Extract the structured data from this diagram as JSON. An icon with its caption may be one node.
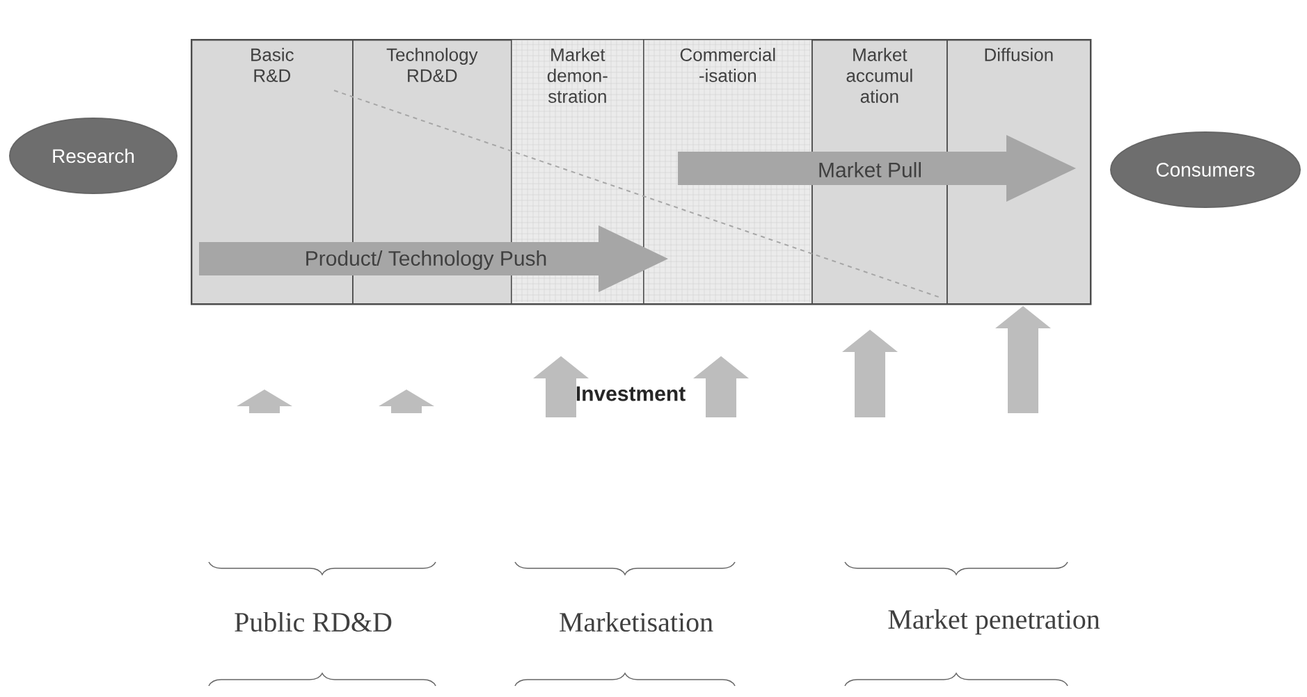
{
  "diagram": {
    "nodes": [
      {
        "text": [
          "Research"
        ]
      },
      {
        "text": [],
        "shape": "box"
      },
      {
        "text": [
          "Basic R&D"
        ],
        "in": 1
      },
      {
        "text": [
          "Technology RD&D"
        ],
        "in": 1
      },
      {
        "text": [
          "Market demon- stration"
        ],
        "in": 1
      },
      {
        "text": [
          "Commercial -isation"
        ],
        "in": 1
      },
      {
        "text": [
          "Market accumul ation"
        ],
        "in": 1
      },
      {
        "text": [
          "Diffusion"
        ],
        "in": 1
      },
      {
        "text": [
          "Market Pull"
        ],
        "in": 1
      },
      {
        "text": [
          "Product/ Technology Push"
        ],
        "in": 1
      },
      {
        "text": [
          "Consumers"
        ]
      }
    ],
    "labels": [
      "Investment",
      "Public RD&D",
      "Marketisation",
      "Market penetration"
    ]
  }
}
